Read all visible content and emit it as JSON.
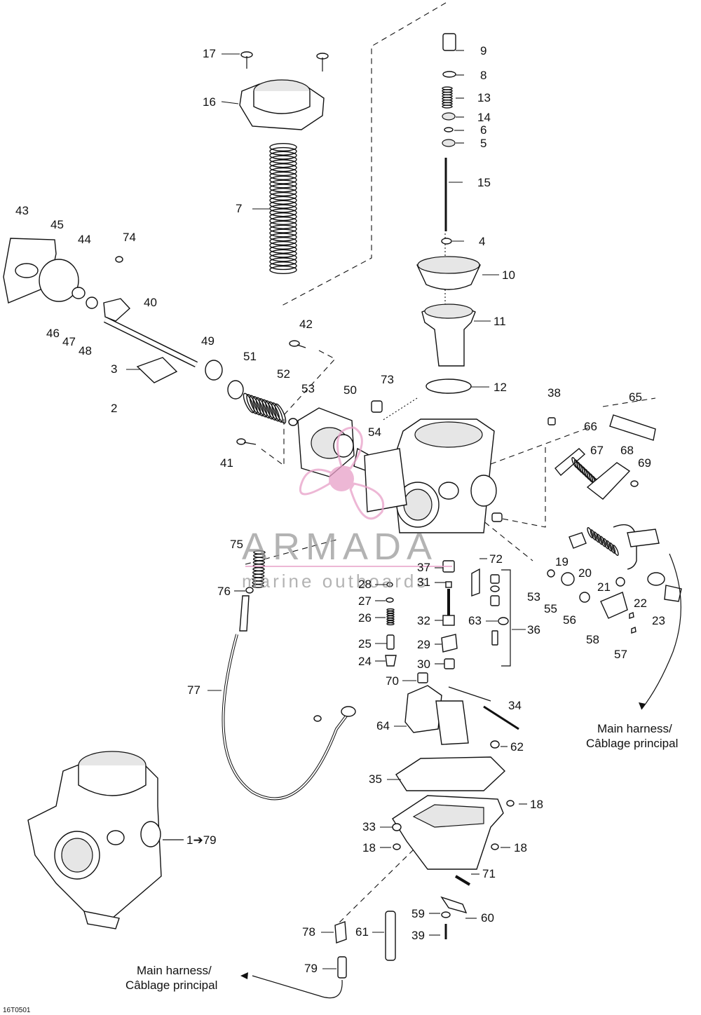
{
  "figure_code": "16T0501",
  "watermark": {
    "brand": "ARMADA",
    "tagline": "marine outboards",
    "accent_color": "#e8a0c8",
    "logo_name": "propeller-logo"
  },
  "harness_label_right": {
    "line1": "Main harness/",
    "line2": "Câblage principal"
  },
  "harness_label_left": {
    "line1": "Main harness/",
    "line2": "Câblage principal"
  },
  "assembly_label": "1➔79",
  "callouts": [
    {
      "id": "17",
      "text": "17"
    },
    {
      "id": "16",
      "text": "16"
    },
    {
      "id": "7",
      "text": "7"
    },
    {
      "id": "9",
      "text": "9"
    },
    {
      "id": "8",
      "text": "8"
    },
    {
      "id": "13",
      "text": "13"
    },
    {
      "id": "14",
      "text": "14"
    },
    {
      "id": "6",
      "text": "6"
    },
    {
      "id": "5",
      "text": "5"
    },
    {
      "id": "15",
      "text": "15"
    },
    {
      "id": "4",
      "text": "4"
    },
    {
      "id": "10",
      "text": "10"
    },
    {
      "id": "11",
      "text": "11"
    },
    {
      "id": "12",
      "text": "12"
    },
    {
      "id": "43",
      "text": "43"
    },
    {
      "id": "45",
      "text": "45"
    },
    {
      "id": "44",
      "text": "44"
    },
    {
      "id": "74",
      "text": "74"
    },
    {
      "id": "46",
      "text": "46"
    },
    {
      "id": "47",
      "text": "47"
    },
    {
      "id": "48",
      "text": "48"
    },
    {
      "id": "40",
      "text": "40"
    },
    {
      "id": "3",
      "text": "3"
    },
    {
      "id": "2",
      "text": "2"
    },
    {
      "id": "49",
      "text": "49"
    },
    {
      "id": "51",
      "text": "51"
    },
    {
      "id": "52",
      "text": "52"
    },
    {
      "id": "42",
      "text": "42"
    },
    {
      "id": "53a",
      "text": "53"
    },
    {
      "id": "50",
      "text": "50"
    },
    {
      "id": "73",
      "text": "73"
    },
    {
      "id": "54",
      "text": "54"
    },
    {
      "id": "41",
      "text": "41"
    },
    {
      "id": "38",
      "text": "38"
    },
    {
      "id": "65",
      "text": "65"
    },
    {
      "id": "66",
      "text": "66"
    },
    {
      "id": "67",
      "text": "67"
    },
    {
      "id": "68",
      "text": "68"
    },
    {
      "id": "69",
      "text": "69"
    },
    {
      "id": "75",
      "text": "75"
    },
    {
      "id": "76",
      "text": "76"
    },
    {
      "id": "37",
      "text": "37"
    },
    {
      "id": "72",
      "text": "72"
    },
    {
      "id": "28",
      "text": "28"
    },
    {
      "id": "31",
      "text": "31"
    },
    {
      "id": "27",
      "text": "27"
    },
    {
      "id": "26",
      "text": "26"
    },
    {
      "id": "32",
      "text": "32"
    },
    {
      "id": "63",
      "text": "63"
    },
    {
      "id": "36",
      "text": "36"
    },
    {
      "id": "25",
      "text": "25"
    },
    {
      "id": "29",
      "text": "29"
    },
    {
      "id": "24",
      "text": "24"
    },
    {
      "id": "30",
      "text": "30"
    },
    {
      "id": "70",
      "text": "70"
    },
    {
      "id": "19",
      "text": "19"
    },
    {
      "id": "20",
      "text": "20"
    },
    {
      "id": "21",
      "text": "21"
    },
    {
      "id": "53b",
      "text": "53"
    },
    {
      "id": "55",
      "text": "55"
    },
    {
      "id": "56",
      "text": "56"
    },
    {
      "id": "22",
      "text": "22"
    },
    {
      "id": "23",
      "text": "23"
    },
    {
      "id": "58",
      "text": "58"
    },
    {
      "id": "57",
      "text": "57"
    },
    {
      "id": "77",
      "text": "77"
    },
    {
      "id": "34",
      "text": "34"
    },
    {
      "id": "64",
      "text": "64"
    },
    {
      "id": "62",
      "text": "62"
    },
    {
      "id": "35",
      "text": "35"
    },
    {
      "id": "18a",
      "text": "18"
    },
    {
      "id": "33",
      "text": "33"
    },
    {
      "id": "18b",
      "text": "18"
    },
    {
      "id": "18c",
      "text": "18"
    },
    {
      "id": "71",
      "text": "71"
    },
    {
      "id": "59",
      "text": "59"
    },
    {
      "id": "60",
      "text": "60"
    },
    {
      "id": "78",
      "text": "78"
    },
    {
      "id": "61",
      "text": "61"
    },
    {
      "id": "39",
      "text": "39"
    },
    {
      "id": "79",
      "text": "79"
    }
  ]
}
